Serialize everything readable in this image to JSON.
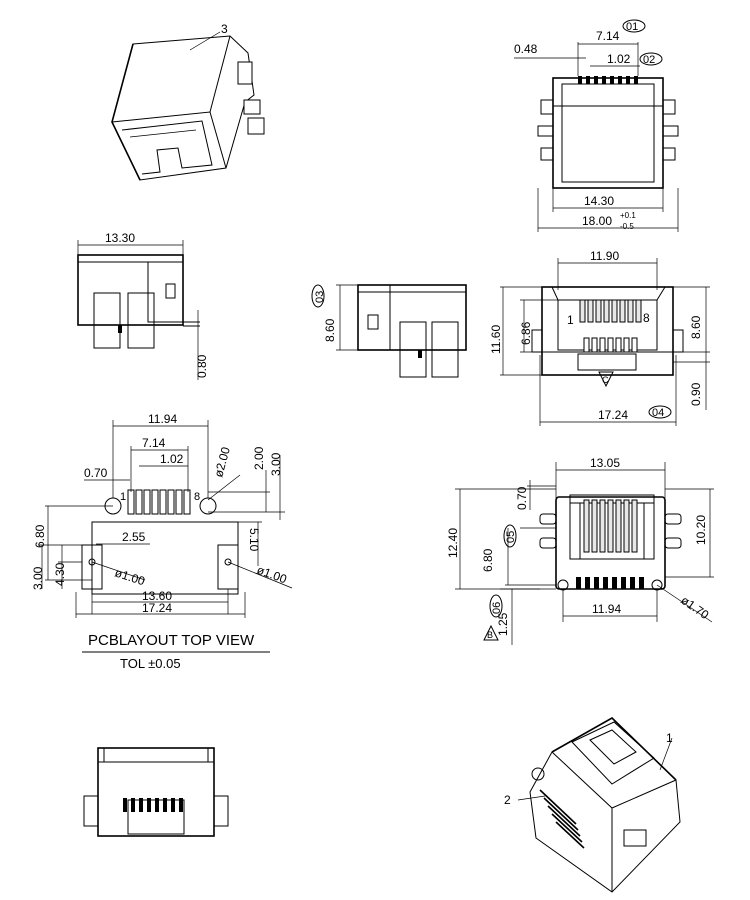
{
  "labels": {
    "part3": "3",
    "part1": "1",
    "part2": "2"
  },
  "front_view": {
    "d_7_14": "7.14",
    "tag_01": "01",
    "d_0_48": "0.48",
    "d_1_02": "1.02",
    "tag_02": "02",
    "d_14_30": "14.30",
    "d_18_00": "18.00",
    "tol_plus": "+0.1",
    "tol_minus": "-0.5"
  },
  "side_view": {
    "d_13_30": "13.30",
    "d_0_80": "0.80"
  },
  "mid_side_view": {
    "d_8_60": "8.60",
    "tag_03": "03"
  },
  "end_view": {
    "d_11_90": "11.90",
    "d_11_60": "11.60",
    "d_6_86": "6.86",
    "d_8_60": "8.60",
    "d_0_90": "0.90",
    "d_17_24": "17.24",
    "tag_04": "04",
    "pin1": "1",
    "pin8": "8",
    "datum_c": "C"
  },
  "pcb_layout": {
    "d_11_94": "11.94",
    "d_7_14": "7.14",
    "d_1_02": "1.02",
    "d_0_70": "0.70",
    "d_2_00": "2.00",
    "d_3_00": "3.00",
    "d_phi_2_00": "ø2.00",
    "d_6_80": "6.80",
    "d_2_55": "2.55",
    "d_5_10": "5.10",
    "d_3_00_left": "3.00",
    "d_4_30": "4.30",
    "d_phi_1_00_left": "ø1.00",
    "d_phi_1_00_right": "ø1.00",
    "d_13_60": "13.60",
    "d_17_24": "17.24",
    "pin1": "1",
    "pin8": "8",
    "title": "PCBLAYOUT TOP VIEW",
    "tolerance": "TOL ±0.05"
  },
  "bottom_view": {
    "d_13_05": "13.05",
    "d_0_70": "0.70",
    "d_12_40": "12.40",
    "tag_05": "05",
    "d_10_20": "10.20",
    "d_6_80": "6.80",
    "tag_06": "06",
    "d_1_25": "1.25",
    "datum_b": "B",
    "d_11_94": "11.94",
    "d_phi_1_70": "ø1.70"
  }
}
